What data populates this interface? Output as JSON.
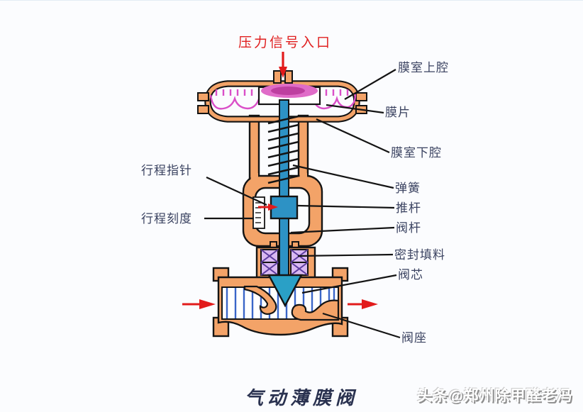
{
  "colors": {
    "body_orange": "#F3A368",
    "diaphragm_magenta": "#DA4FC8",
    "diaphragm_plate_pink": "#C94FA6",
    "stem_blue": "#2D92C5",
    "plug_teal": "#2AA0C6",
    "packing_lavender": "#D9B8F2",
    "packing_cross": "#5C3C9E",
    "flow_hatch_blue": "#3A66C8",
    "arrow_red": "#E21B1B",
    "label_text": "#3A4260",
    "outline_black": "#141414"
  },
  "diagram": {
    "pressure_inlet_label": "压力信号入口",
    "part_labels": {
      "upper_chamber": "膜室上腔",
      "diaphragm": "膜片",
      "lower_chamber": "膜室下腔",
      "travel_pointer": "行程指针",
      "travel_scale": "行程刻度",
      "spring": "弹簧",
      "push_rod": "推杆",
      "valve_stem": "阀杆",
      "packing": "密封填料",
      "valve_core": "阀芯",
      "valve_seat": "阀座"
    },
    "caption": "气动薄膜阀",
    "watermark": "头条@郑州除甲醛老冯"
  }
}
